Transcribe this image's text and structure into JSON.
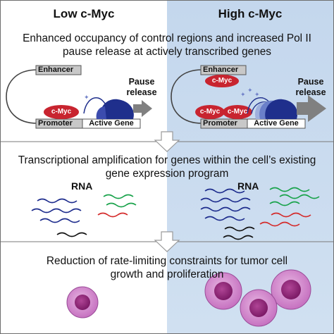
{
  "columns": {
    "left_title": "Low c-Myc",
    "right_title": "High c-Myc"
  },
  "panel1": {
    "text_line1": "Enhanced occupancy of control regions and increased Pol II",
    "text_line2": "pause release at actively transcribed genes",
    "left": {
      "enhancer": "Enhancer",
      "cmyc": "c-Myc",
      "promoter": "Promoter",
      "active_gene": "Active Gene",
      "pause_line1": "Pause",
      "pause_line2": "release"
    },
    "right": {
      "enhancer": "Enhancer",
      "cmyc_enhancer": "c-Myc",
      "cmyc_promoter_1": "c-Myc",
      "cmyc_promoter_2": "c-Myc",
      "promoter": "Promoter",
      "active_gene": "Active Gene",
      "pause_line1": "Pause",
      "pause_line2": "release"
    }
  },
  "panel2": {
    "text_line1": "Transcriptional amplification for genes within the cell’s existing",
    "text_line2": "gene expression program",
    "left_rna": "RNA",
    "right_rna": "RNA"
  },
  "panel3": {
    "text_line1": "Reduction of rate-limiting constraints for tumor cell",
    "text_line2": "growth and proliferation"
  },
  "colors": {
    "left_background": "#ffffff",
    "right_background": "#c6d9ee",
    "myc_red": "#c8242f",
    "pol2_blue": "#1f2f8c",
    "cell_outer": "#c56fbf",
    "cell_nucleus": "#8a1f72",
    "rna_blue": "#1c2b8c",
    "rna_green": "#18a24a",
    "rna_red": "#d42a2a",
    "rna_black": "#111111",
    "arrow_gray": "#808080"
  }
}
